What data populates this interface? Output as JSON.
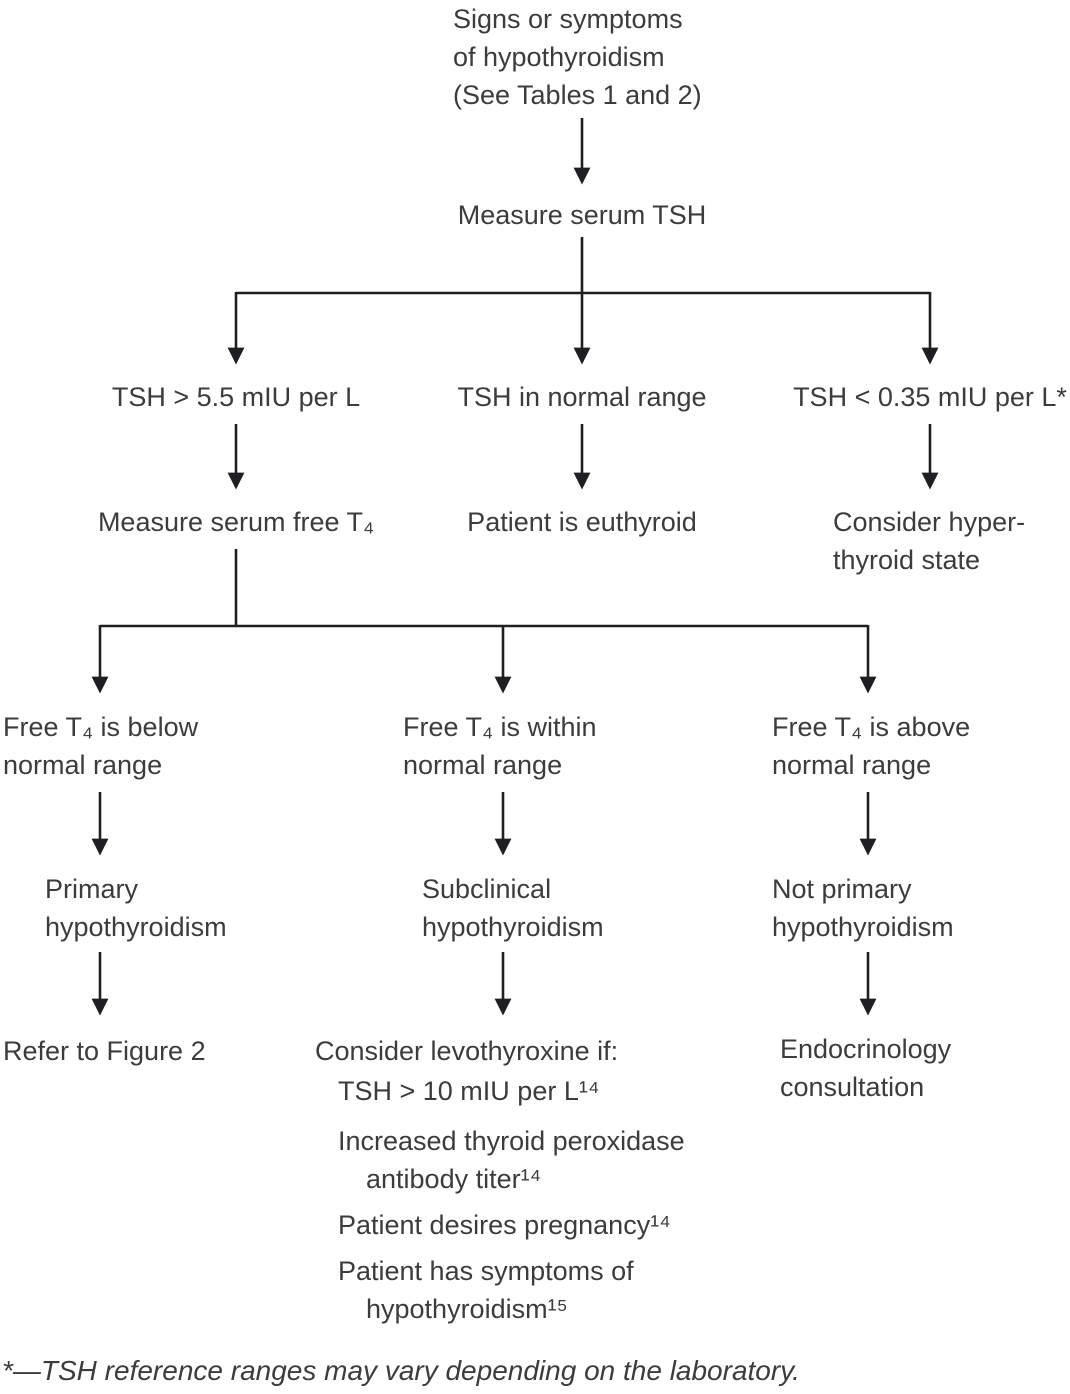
{
  "page": {
    "background": "#ffffff",
    "text_color": "#3c3c3e",
    "arrow_color": "#1f1f21"
  },
  "flowchart": {
    "start": "Signs or symptoms\nof hypothyroidism\n(See Tables 1 and 2)",
    "measure_tsh": "Measure serum TSH",
    "tsh_high": "TSH > 5.5 mIU per L",
    "tsh_normal": "TSH in normal range",
    "tsh_low": "TSH < 0.35 mIU per L*",
    "measure_free_t4": "Measure serum free T₄",
    "euthyroid": "Patient is euthyroid",
    "hyperthyroid": "Consider hyper-\nthyroid state",
    "t4_below": "Free T₄ is below\nnormal range",
    "t4_within": "Free T₄ is within\nnormal range",
    "t4_above": "Free T₄ is above\nnormal range",
    "primary": "Primary\nhypothyroidism",
    "subclinical": "Subclinical\nhypothyroidism",
    "not_primary": "Not primary\nhypothyroidism",
    "refer": "Refer to Figure 2",
    "consider_levo": "Consider levothyroxine if:",
    "levo_criteria": [
      "TSH > 10 mIU per L¹⁴",
      "Increased thyroid peroxidase\nantibody titer¹⁴",
      "Patient desires pregnancy¹⁴",
      "Patient has symptoms of\nhypothyroidism¹⁵"
    ],
    "endocrinology": "Endocrinology\nconsultation",
    "footnote": "*—TSH reference ranges may vary depending on the laboratory."
  }
}
